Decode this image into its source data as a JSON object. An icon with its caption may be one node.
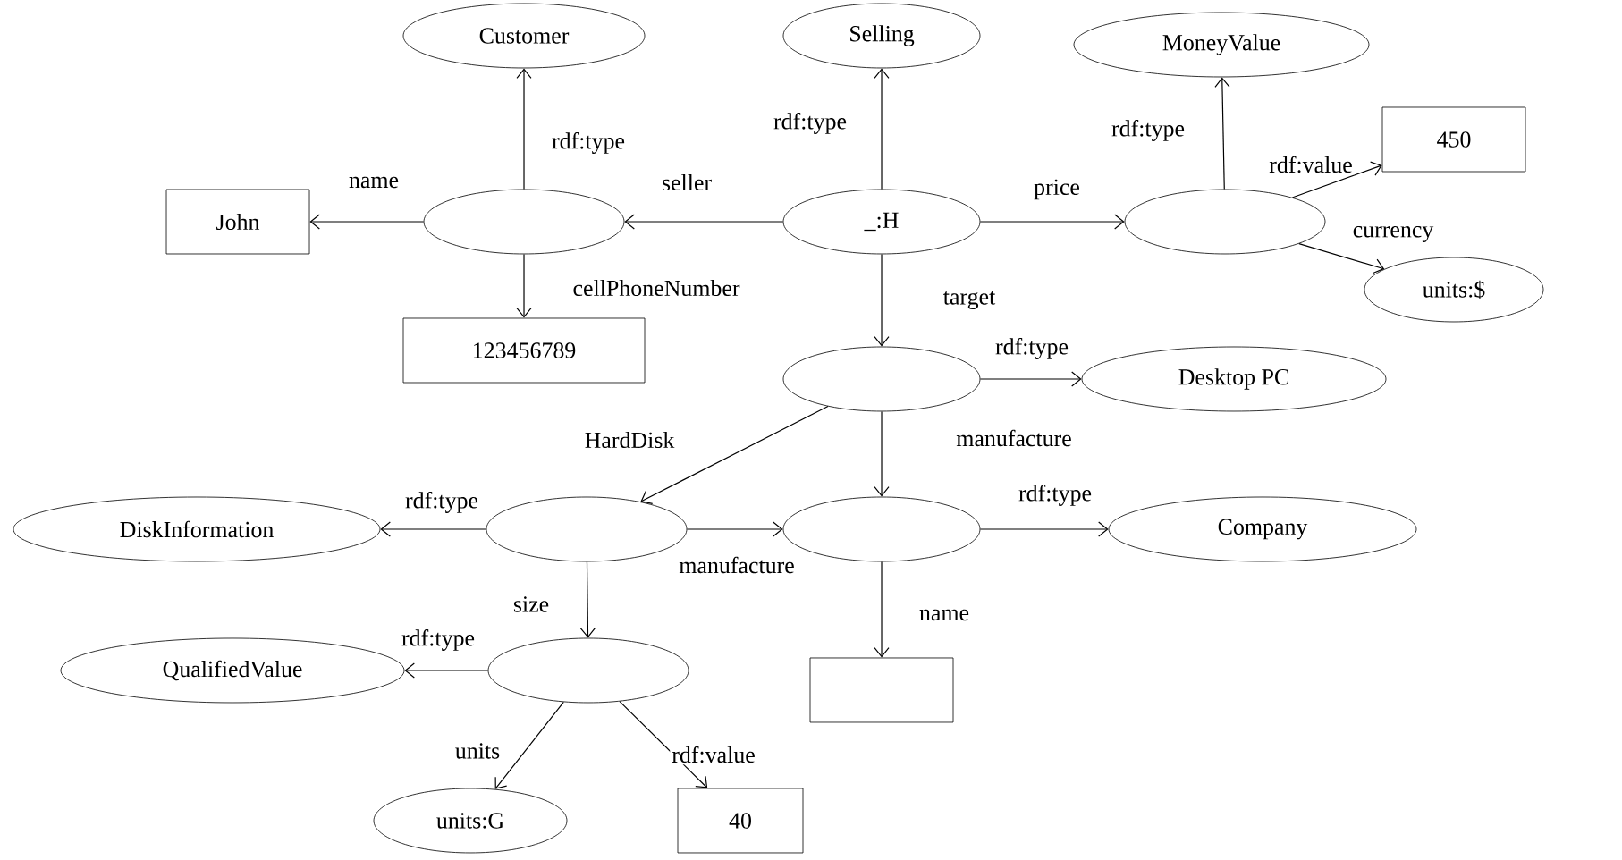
{
  "diagram": {
    "nodes": [
      {
        "text": [
          "Customer"
        ]
      },
      {
        "text": [
          "Selling"
        ]
      },
      {
        "text": [
          "MoneyValue"
        ]
      },
      {
        "text": [
          "John"
        ]
      },
      {
        "text": [],
        "shape": "ellipse"
      },
      {
        "text": [
          "_:H"
        ]
      },
      {
        "text": [],
        "shape": "ellipse"
      },
      {
        "text": [
          "450"
        ]
      },
      {
        "text": [
          "units:$"
        ]
      },
      {
        "text": [
          "123456789"
        ]
      },
      {
        "text": [],
        "shape": "ellipse"
      },
      {
        "text": [
          "Desktop PC"
        ]
      },
      {
        "text": [
          "DiskInformation"
        ]
      },
      {
        "text": [],
        "shape": "ellipse"
      },
      {
        "text": [],
        "shape": "ellipse"
      },
      {
        "text": [
          "Company"
        ]
      },
      {
        "text": [
          "QualifiedValue"
        ]
      },
      {
        "text": [],
        "shape": "ellipse"
      },
      {
        "text": [],
        "shape": "box"
      },
      {
        "text": [
          "units:G"
        ]
      },
      {
        "text": [
          "40"
        ]
      }
    ],
    "edges": [
      {
        "from": 4,
        "to": 0,
        "arrow": "to",
        "label": "rdf:type"
      },
      {
        "from": 4,
        "to": 3,
        "arrow": "to",
        "label": "name"
      },
      {
        "from": 5,
        "to": 4,
        "arrow": "to",
        "label": "seller"
      },
      {
        "from": 4,
        "to": 9,
        "arrow": "to",
        "label": "cellPhoneNumber"
      },
      {
        "from": 5,
        "to": 1,
        "arrow": "to",
        "label": "rdf:type"
      },
      {
        "from": 5,
        "to": 6,
        "arrow": "to",
        "label": "price"
      },
      {
        "from": 6,
        "to": 2,
        "arrow": "to",
        "label": "rdf:type"
      },
      {
        "from": 6,
        "to": 7,
        "arrow": "to",
        "label": "rdf:value"
      },
      {
        "from": 6,
        "to": 8,
        "arrow": "to",
        "label": "currency"
      },
      {
        "from": 5,
        "to": 10,
        "arrow": "to",
        "label": "target"
      },
      {
        "from": 10,
        "to": 11,
        "arrow": "to",
        "label": "rdf:type"
      },
      {
        "from": 10,
        "to": 13,
        "arrow": "to",
        "label": "HardDisk"
      },
      {
        "from": 10,
        "to": 14,
        "arrow": "to",
        "label": "manufacture"
      },
      {
        "from": 13,
        "to": 12,
        "arrow": "to",
        "label": "rdf:type"
      },
      {
        "from": 13,
        "to": 14,
        "arrow": "to",
        "label": "manufacture"
      },
      {
        "from": 14,
        "to": 15,
        "arrow": "to",
        "label": "rdf:type"
      },
      {
        "from": 14,
        "to": 18,
        "arrow": "to",
        "label": "name"
      },
      {
        "from": 13,
        "to": 17,
        "arrow": "to",
        "label": "size"
      },
      {
        "from": 17,
        "to": 16,
        "arrow": "to",
        "label": "rdf:type"
      },
      {
        "from": 17,
        "to": 19,
        "arrow": "to",
        "label": "units"
      },
      {
        "from": 17,
        "to": 20,
        "arrow": "to",
        "label": "rdf:value"
      }
    ]
  }
}
